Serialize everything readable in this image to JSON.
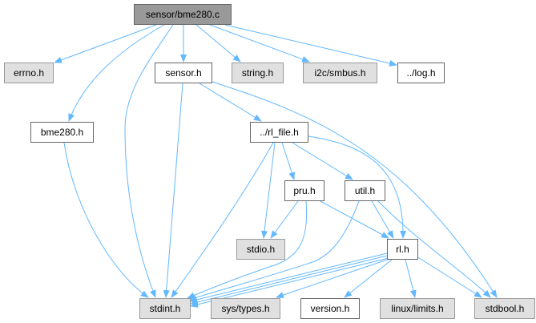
{
  "graph": {
    "root": "sensor/bme280.c",
    "nodes": {
      "bme280_c": "sensor/bme280.c",
      "errno": "errno.h",
      "sensor_h": "sensor.h",
      "string": "string.h",
      "smbus": "i2c/smbus.h",
      "log": "../log.h",
      "bme280_h": "bme280.h",
      "rl_file": "../rl_file.h",
      "pru": "pru.h",
      "util": "util.h",
      "stdio": "stdio.h",
      "rl": "rl.h",
      "stdint": "stdint.h",
      "systypes": "sys/types.h",
      "version": "version.h",
      "limits": "linux/limits.h",
      "stdbool": "stdbool.h"
    },
    "colors": {
      "edge": "#63b8ff",
      "root_fill": "#999999",
      "system_fill": "#e0e0e0",
      "project_fill": "#ffffff"
    }
  }
}
